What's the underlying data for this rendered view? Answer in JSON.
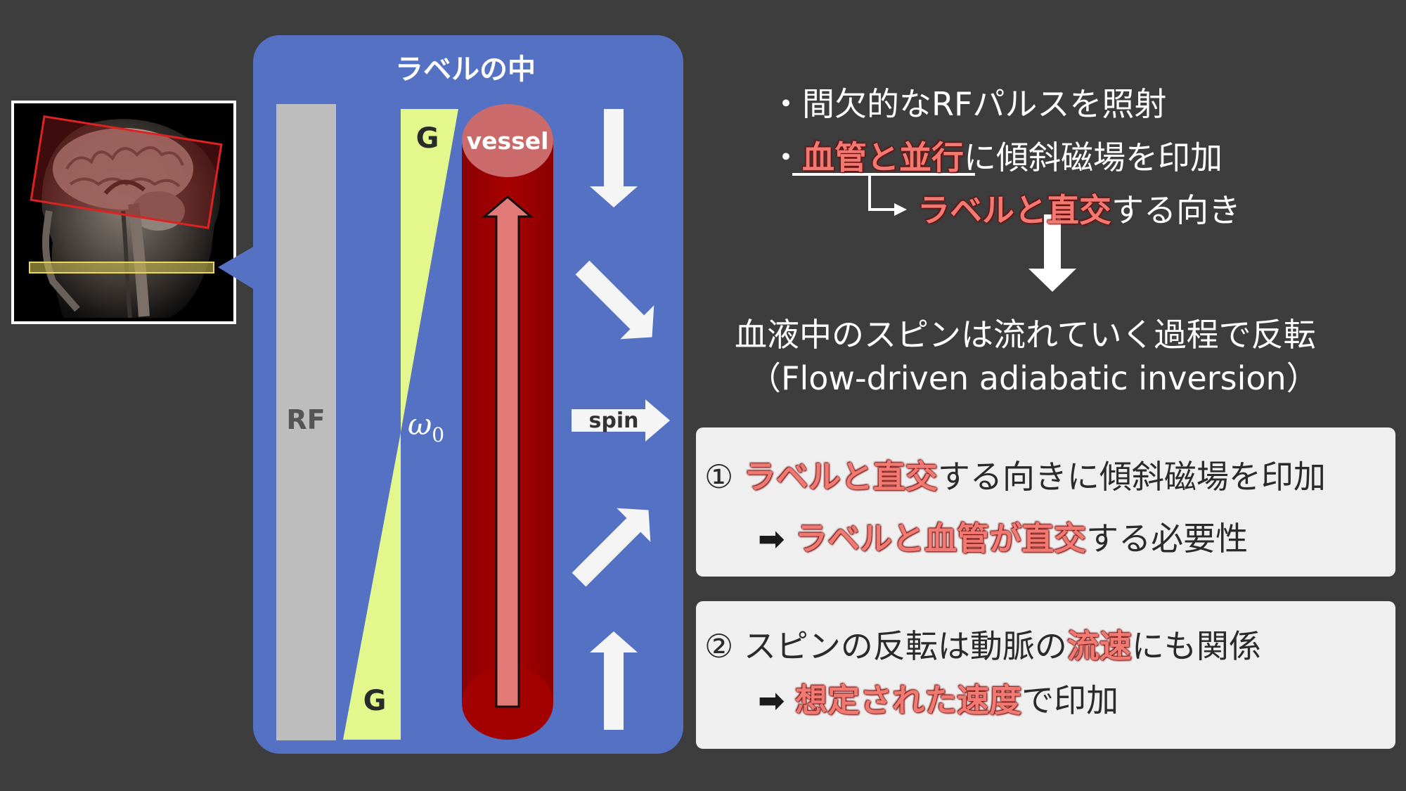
{
  "diagram": {
    "panel_title": "ラベルの中",
    "rf_label": "RF",
    "gradient_top_label": "G",
    "gradient_bottom_label": "G",
    "omega_label": "ω",
    "omega_subscript": "0",
    "vessel_label": "vessel",
    "spin_label": "spin"
  },
  "annotations": {
    "bullet1": "・間欠的なRFパルスを照射",
    "bullet2_prefix": "・",
    "bullet2_highlight": "血管と並行",
    "bullet2_rest": "に傾斜磁場を印加",
    "sub_highlight": "ラベルと直交",
    "sub_rest": "する向き",
    "result_line1": "血液中のスピンは流れていく過程で反転",
    "result_line2": "（Flow-driven adiabatic inversion）"
  },
  "box1": {
    "num": "①",
    "line1_highlight": "ラベルと直交",
    "line1_rest": "する向きに傾斜磁場を印加",
    "arrow": "➡",
    "line2_highlight": "ラベルと血管が直交",
    "line2_rest": "する必要性"
  },
  "box2": {
    "num": "②",
    "line1_prefix": "スピンの反転は動脈の",
    "line1_highlight": "流速",
    "line1_rest": "にも関係",
    "arrow": "➡",
    "line2_highlight": "想定された速度",
    "line2_rest": "で印加"
  },
  "colors": {
    "background": "#3d3d3d",
    "panel_blue": "#5571c4",
    "gradient_green": "#e3f78c",
    "vessel_red": "#a30000",
    "vessel_top": "#cb6a6a",
    "highlight": "#f07a72",
    "label_box_yellow": "#d9cc4a",
    "rf_gray": "#bdbdbd"
  }
}
